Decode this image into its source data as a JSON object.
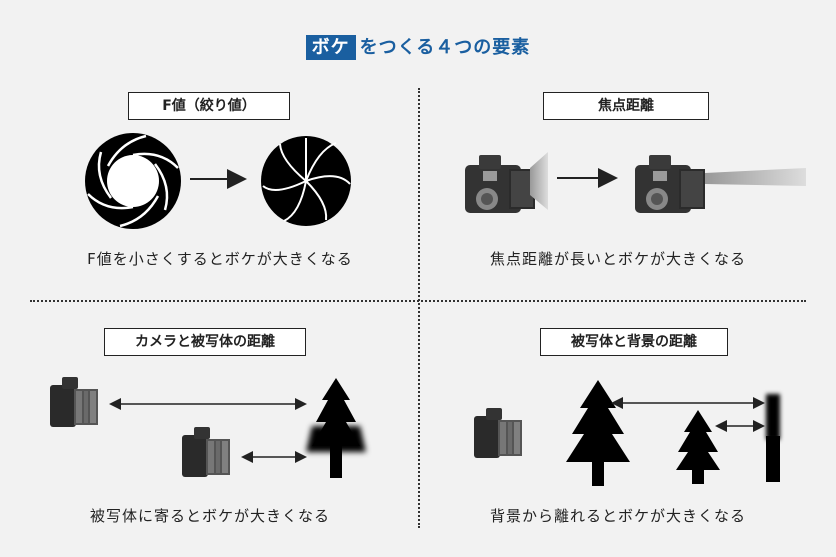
{
  "title": {
    "highlight": "ボケ",
    "rest": "をつくる４つの要素"
  },
  "panels": [
    {
      "label": "F値（絞り値）",
      "caption": "F値を小さくするとボケが大きくなる"
    },
    {
      "label": "焦点距離",
      "caption": "焦点距離が長いとボケが大きくなる"
    },
    {
      "label": "カメラと被写体の距離",
      "caption": "被写体に寄るとボケが大きくなる"
    },
    {
      "label": "被写体と背景の距離",
      "caption": "背景から離れるとボケが大きくなる"
    }
  ],
  "colors": {
    "accent": "#1a5fa0",
    "background": "#f2f2f2"
  }
}
